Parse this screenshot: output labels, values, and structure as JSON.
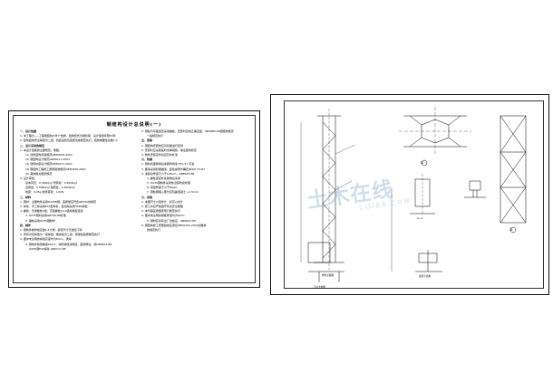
{
  "left_sheet": {
    "title": "钢结构设计总说明(一)",
    "left_column": [
      {
        "t": "一、设计依据",
        "c": "h"
      },
      {
        "t": "1. 本工程为~~工程钢结构户外广告牌，结构形式为钢桁架，设计使用年限50年",
        "c": ""
      },
      {
        "t": "2. 建筑结构安全等级为二级，抗震设防烈度按当地规范执行，结构重要性系数1.0",
        "c": ""
      },
      {
        "t": "二、设计采用的规范",
        "c": "h"
      },
      {
        "t": "1. 本设计遵循的主要规范、规程：",
        "c": ""
      },
      {
        "t": "(1) 建筑结构荷载规范GB50009-2001",
        "c": "i1"
      },
      {
        "t": "(2) 钢结构设计规范GB50017-2003",
        "c": "i1"
      },
      {
        "t": "(3) 建筑抗震设计规范GB50011-2001",
        "c": "i1"
      },
      {
        "t": "(4) 钢结构工程施工质量验收规范GB50205-2001",
        "c": "i1"
      },
      {
        "t": "(5) 其他相关国家规范",
        "c": "i1"
      },
      {
        "t": "2. 设计荷载：",
        "c": ""
      },
      {
        "t": "基本风压：0.45kN/㎡    雪荷载：0.40kN/㎡",
        "c": "i1"
      },
      {
        "t": "活荷载：0.50kN/㎡     恒荷载：0.30kN/㎡",
        "c": "i1"
      },
      {
        "t": "地震：0.05g          检修荷载：1.0kN",
        "c": "i1"
      },
      {
        "t": "三、材料",
        "c": "h"
      },
      {
        "t": "1. 钢材：主要构件采用Q235B钢，其质量应符合GB700的规定",
        "c": ""
      },
      {
        "t": "2. 焊条：手工焊采用E43型焊条，自动焊采用H08A焊丝",
        "c": ""
      },
      {
        "t": "3. 螺栓：普通螺栓C级，高强螺栓10.9级摩擦型连接",
        "c": ""
      },
      {
        "t": "4. Q235钢材采用GB700-88标准",
        "c": "i1"
      },
      {
        "t": "5. 锚栓采用Q235钢制作",
        "c": "i1"
      },
      {
        "t": "四、制作",
        "c": "h"
      },
      {
        "t": "1. 钢构件制作前应放1:1大样，复核尺寸无误后下料",
        "c": ""
      },
      {
        "t": "2. 所有对接焊缝为一级焊缝，角焊缝为二级，质量检验按规范执行",
        "c": ""
      },
      {
        "t": "3. 图中未注明的焊缝高度均为6mm，满焊",
        "c": ""
      },
      {
        "t": "4. 钢构件除锈等级Sa2.5，涂防锈底漆两道，面漆两道，按GB8923-88",
        "c": "i1"
      },
      {
        "t": "Q235钢E43焊条 GB5117-85",
        "c": "i2"
      }
    ],
    "right_column": [
      {
        "t": "5. 钢柱与基础连接采用锚栓，安装时应校正垂直度，GB2885-88钢结构规定",
        "c": ""
      },
      {
        "t": "一般规定执行",
        "c": "i1"
      },
      {
        "t": "五、安装",
        "c": "h"
      },
      {
        "t": "1. 钢结构安装前应对基础进行复测",
        "c": ""
      },
      {
        "t": "2. 安装时应采取临时支撑措施，保证结构稳定",
        "c": ""
      },
      {
        "t": "3. 构件安装完毕后应及时补漆",
        "c": ""
      },
      {
        "t": "六、防腐",
        "c": "h"
      },
      {
        "t": "1. 钢材表面除锈后涂刷防锈漆 F53-31 灰漆",
        "c": ""
      },
      {
        "t": "2. 面漆采用醇酸磁漆，颜色由甲方确定JB/ZQ 53-87",
        "c": ""
      },
      {
        "t": "3. 漆膜总厚度不小于125μm，GB8923-88",
        "c": ""
      },
      {
        "t": "4. 螺栓连接处先除锈后涂漆",
        "c": "i1"
      },
      {
        "t": "5. Q235钢构件采用热浸锌防腐处理",
        "c": "i1"
      },
      {
        "t": "6. 锌层厚度不小于85μm",
        "c": "i1"
      },
      {
        "t": "7. 钢柱脚埋入部分应包裹混凝土 +1.5mm",
        "c": "i1"
      },
      {
        "t": "七、其他",
        "c": "h"
      },
      {
        "t": "1. 本图尺寸以毫米计，标高以米计",
        "c": ""
      },
      {
        "t": "2. 施工中应严格遵守有关安全规程",
        "c": ""
      },
      {
        "t": "3. 未尽事宜按国家现行规范执行",
        "c": ""
      },
      {
        "t": "4. 图中未注明的钢板厚度均为8mm",
        "c": ""
      },
      {
        "t": "5. 钢材应具有出厂合格证，GB8923-88",
        "c": "i1"
      },
      {
        "t": "6. 钢结构施工质量验收应满足GB50205-2001的要求",
        "c": ""
      },
      {
        "t": "的规定执行",
        "c": "i1"
      }
    ]
  },
  "right_sheet": {
    "labels": {
      "elevation": "构件立面图",
      "detail_a": "①",
      "detail_b": "②",
      "section_aa": "A—A",
      "base_detail": "节点大样图",
      "joint_detail": "连接节点图"
    },
    "watermark": {
      "text": "土木在线",
      "sub": "COI88.COM"
    }
  }
}
